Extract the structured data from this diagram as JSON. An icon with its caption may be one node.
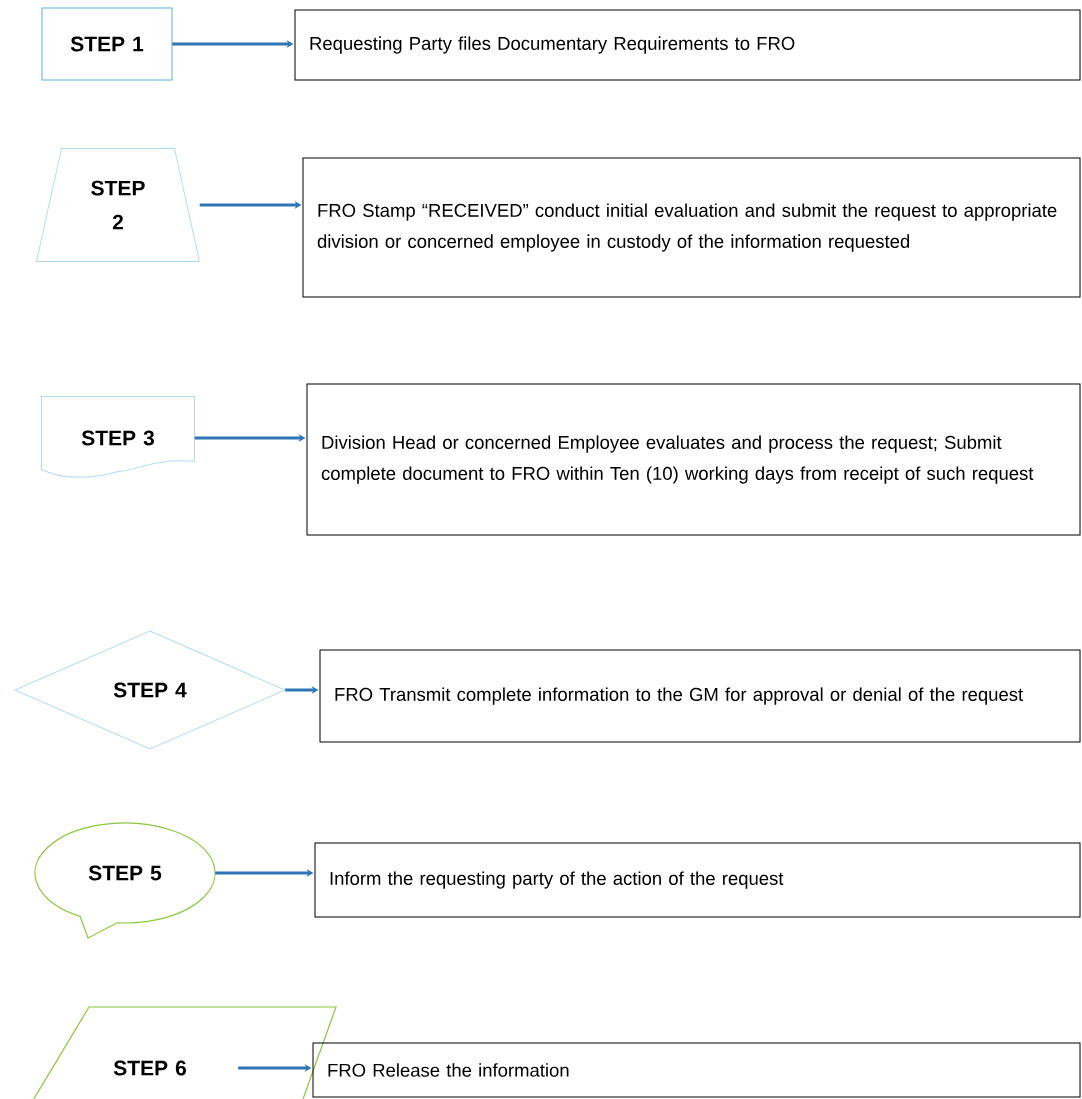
{
  "diagram": {
    "nodes": [
      {
        "text": [
          "STEP 1"
        ]
      },
      {
        "text": [
          "Requesting Party files Documentary Requirements to FRO"
        ]
      },
      {
        "text": [
          "STEP 2"
        ]
      },
      {
        "text": [
          "FRO Stamp “RECEIVED” conduct initial evaluation and submit the request to appropriate division or concerned employee in custody of the information requested"
        ]
      },
      {
        "text": [
          "STEP 3"
        ]
      },
      {
        "text": [
          "Division Head or concerned Employee evaluates and process the request; Submit complete document to FRO within Ten (10) working days from receipt of such request"
        ]
      },
      {
        "text": [
          "STEP 4"
        ]
      },
      {
        "text": [
          "FRO Transmit complete information to the GM for approval or denial of the request"
        ]
      },
      {
        "text": [
          "STEP 5"
        ]
      },
      {
        "text": [
          "Inform the requesting party of the action of the request"
        ]
      },
      {
        "text": [
          "STEP 6"
        ]
      },
      {
        "text": [
          "FRO Release the information"
        ]
      }
    ],
    "edges": [
      {
        "from": 0,
        "to": 1,
        "arrow": "to"
      },
      {
        "from": 2,
        "to": 3,
        "arrow": "to"
      },
      {
        "from": 4,
        "to": 5,
        "arrow": "to"
      },
      {
        "from": 6,
        "to": 7,
        "arrow": "to"
      },
      {
        "from": 8,
        "to": 9,
        "arrow": "to"
      },
      {
        "from": 10,
        "to": 11,
        "arrow": "to"
      }
    ]
  }
}
